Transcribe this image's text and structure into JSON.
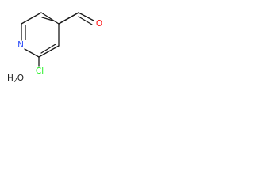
{
  "molecule": {
    "atoms": {
      "nitrogen": "N",
      "chlorine": "Cl",
      "oxygen": "O"
    },
    "colors": {
      "bond": "#1a1a1a",
      "nitrogen": "#3050f8",
      "chlorine": "#1ff01f",
      "oxygen": "#ff0d0d"
    }
  },
  "water": {
    "prefix": "H",
    "subscript": "2",
    "suffix": "O"
  }
}
